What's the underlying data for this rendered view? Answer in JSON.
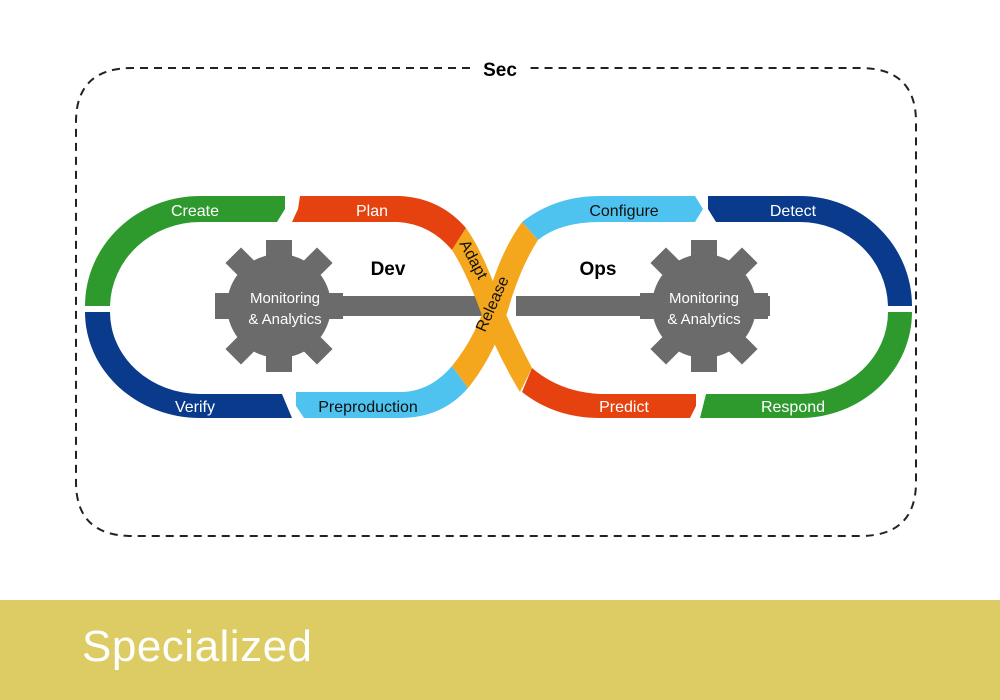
{
  "frame": {
    "label": "Sec"
  },
  "loops": {
    "dev": {
      "label": "Dev"
    },
    "ops": {
      "label": "Ops"
    }
  },
  "gears": {
    "left": {
      "line1": "Monitoring",
      "line2": "& Analytics"
    },
    "right": {
      "line1": "Monitoring",
      "line2": "& Analytics"
    }
  },
  "segments": {
    "create": {
      "label": "Create",
      "color": "#2e9a2e"
    },
    "plan": {
      "label": "Plan",
      "color": "#e6420f"
    },
    "adapt": {
      "label": "Adapt",
      "color": "#f4a71d"
    },
    "release": {
      "label": "Release",
      "color": "#f4a71d"
    },
    "configure": {
      "label": "Configure",
      "color": "#4ec3ef"
    },
    "detect": {
      "label": "Detect",
      "color": "#0a3a8c"
    },
    "respond": {
      "label": "Respond",
      "color": "#2e9a2e"
    },
    "predict": {
      "label": "Predict",
      "color": "#e6420f"
    },
    "preproduction": {
      "label": "Preproduction",
      "color": "#4ec3ef"
    },
    "verify": {
      "label": "Verify",
      "color": "#0a3a8c"
    }
  },
  "colors": {
    "gear": "#6b6b6b",
    "footer": "#dccc63"
  },
  "footer": {
    "label": "Specialized"
  }
}
